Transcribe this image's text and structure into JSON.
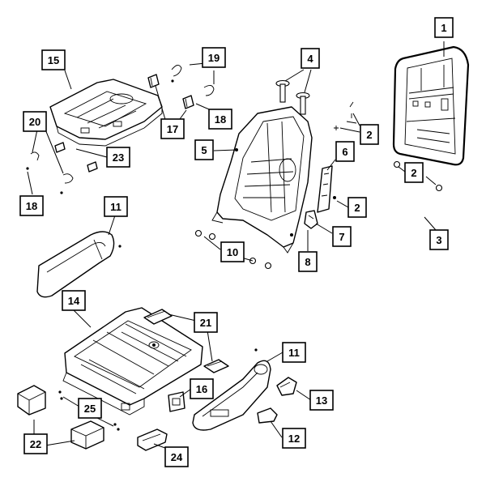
{
  "callouts": [
    {
      "id": "c1",
      "label": "1"
    },
    {
      "id": "c2a",
      "label": "2"
    },
    {
      "id": "c2b",
      "label": "2"
    },
    {
      "id": "c2c",
      "label": "2"
    },
    {
      "id": "c3",
      "label": "3"
    },
    {
      "id": "c4",
      "label": "4"
    },
    {
      "id": "c5",
      "label": "5"
    },
    {
      "id": "c6",
      "label": "6"
    },
    {
      "id": "c7",
      "label": "7"
    },
    {
      "id": "c8",
      "label": "8"
    },
    {
      "id": "c10",
      "label": "10"
    },
    {
      "id": "c11a",
      "label": "11"
    },
    {
      "id": "c11b",
      "label": "11"
    },
    {
      "id": "c12",
      "label": "12"
    },
    {
      "id": "c13",
      "label": "13"
    },
    {
      "id": "c14",
      "label": "14"
    },
    {
      "id": "c15",
      "label": "15"
    },
    {
      "id": "c16",
      "label": "16"
    },
    {
      "id": "c17",
      "label": "17"
    },
    {
      "id": "c18a",
      "label": "18"
    },
    {
      "id": "c18b",
      "label": "18"
    },
    {
      "id": "c19",
      "label": "19"
    },
    {
      "id": "c20",
      "label": "20"
    },
    {
      "id": "c21",
      "label": "21"
    },
    {
      "id": "c22",
      "label": "22"
    },
    {
      "id": "c23",
      "label": "23"
    },
    {
      "id": "c24",
      "label": "24"
    },
    {
      "id": "c25",
      "label": "25"
    }
  ]
}
